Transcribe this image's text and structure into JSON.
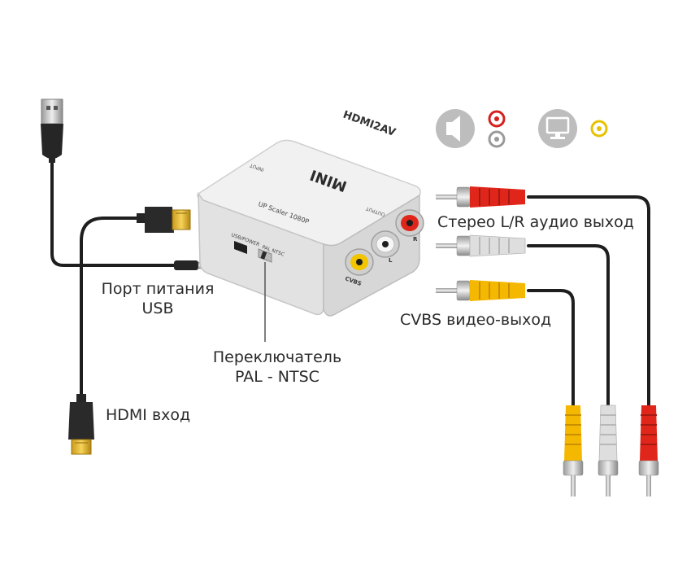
{
  "device": {
    "brand": "MINI",
    "model": "HDMI2AV",
    "subtitle": "UP Scaler 1080P",
    "input_port_label": "INPUT",
    "output_port_label": "OUTPUT",
    "power_port_label": "USB/POWER",
    "switch_label": "PAL NTSC",
    "jack_labels": {
      "cvbs": "CVBS",
      "left": "L",
      "right": "R"
    }
  },
  "callouts": {
    "power_port": [
      "Порт питания",
      "USB"
    ],
    "switch": [
      "Переключатель",
      "PAL - NTSC"
    ],
    "hdmi_input": "HDMI вход",
    "stereo_output": "Стерео L/R аудио выход",
    "cvbs_output": "CVBS видео-выход"
  },
  "icons": [
    "speaker-icon",
    "audio-rca-jacks-icon",
    "monitor-icon",
    "video-rca-jack-icon"
  ],
  "colors": {
    "red_plug": "#e0261b",
    "white_plug": "#d9d9d9",
    "yellow_plug": "#f5b800",
    "cable": "#1e1e1e",
    "device_body": "#ececec",
    "icon_gray": "#bdbdbd"
  }
}
